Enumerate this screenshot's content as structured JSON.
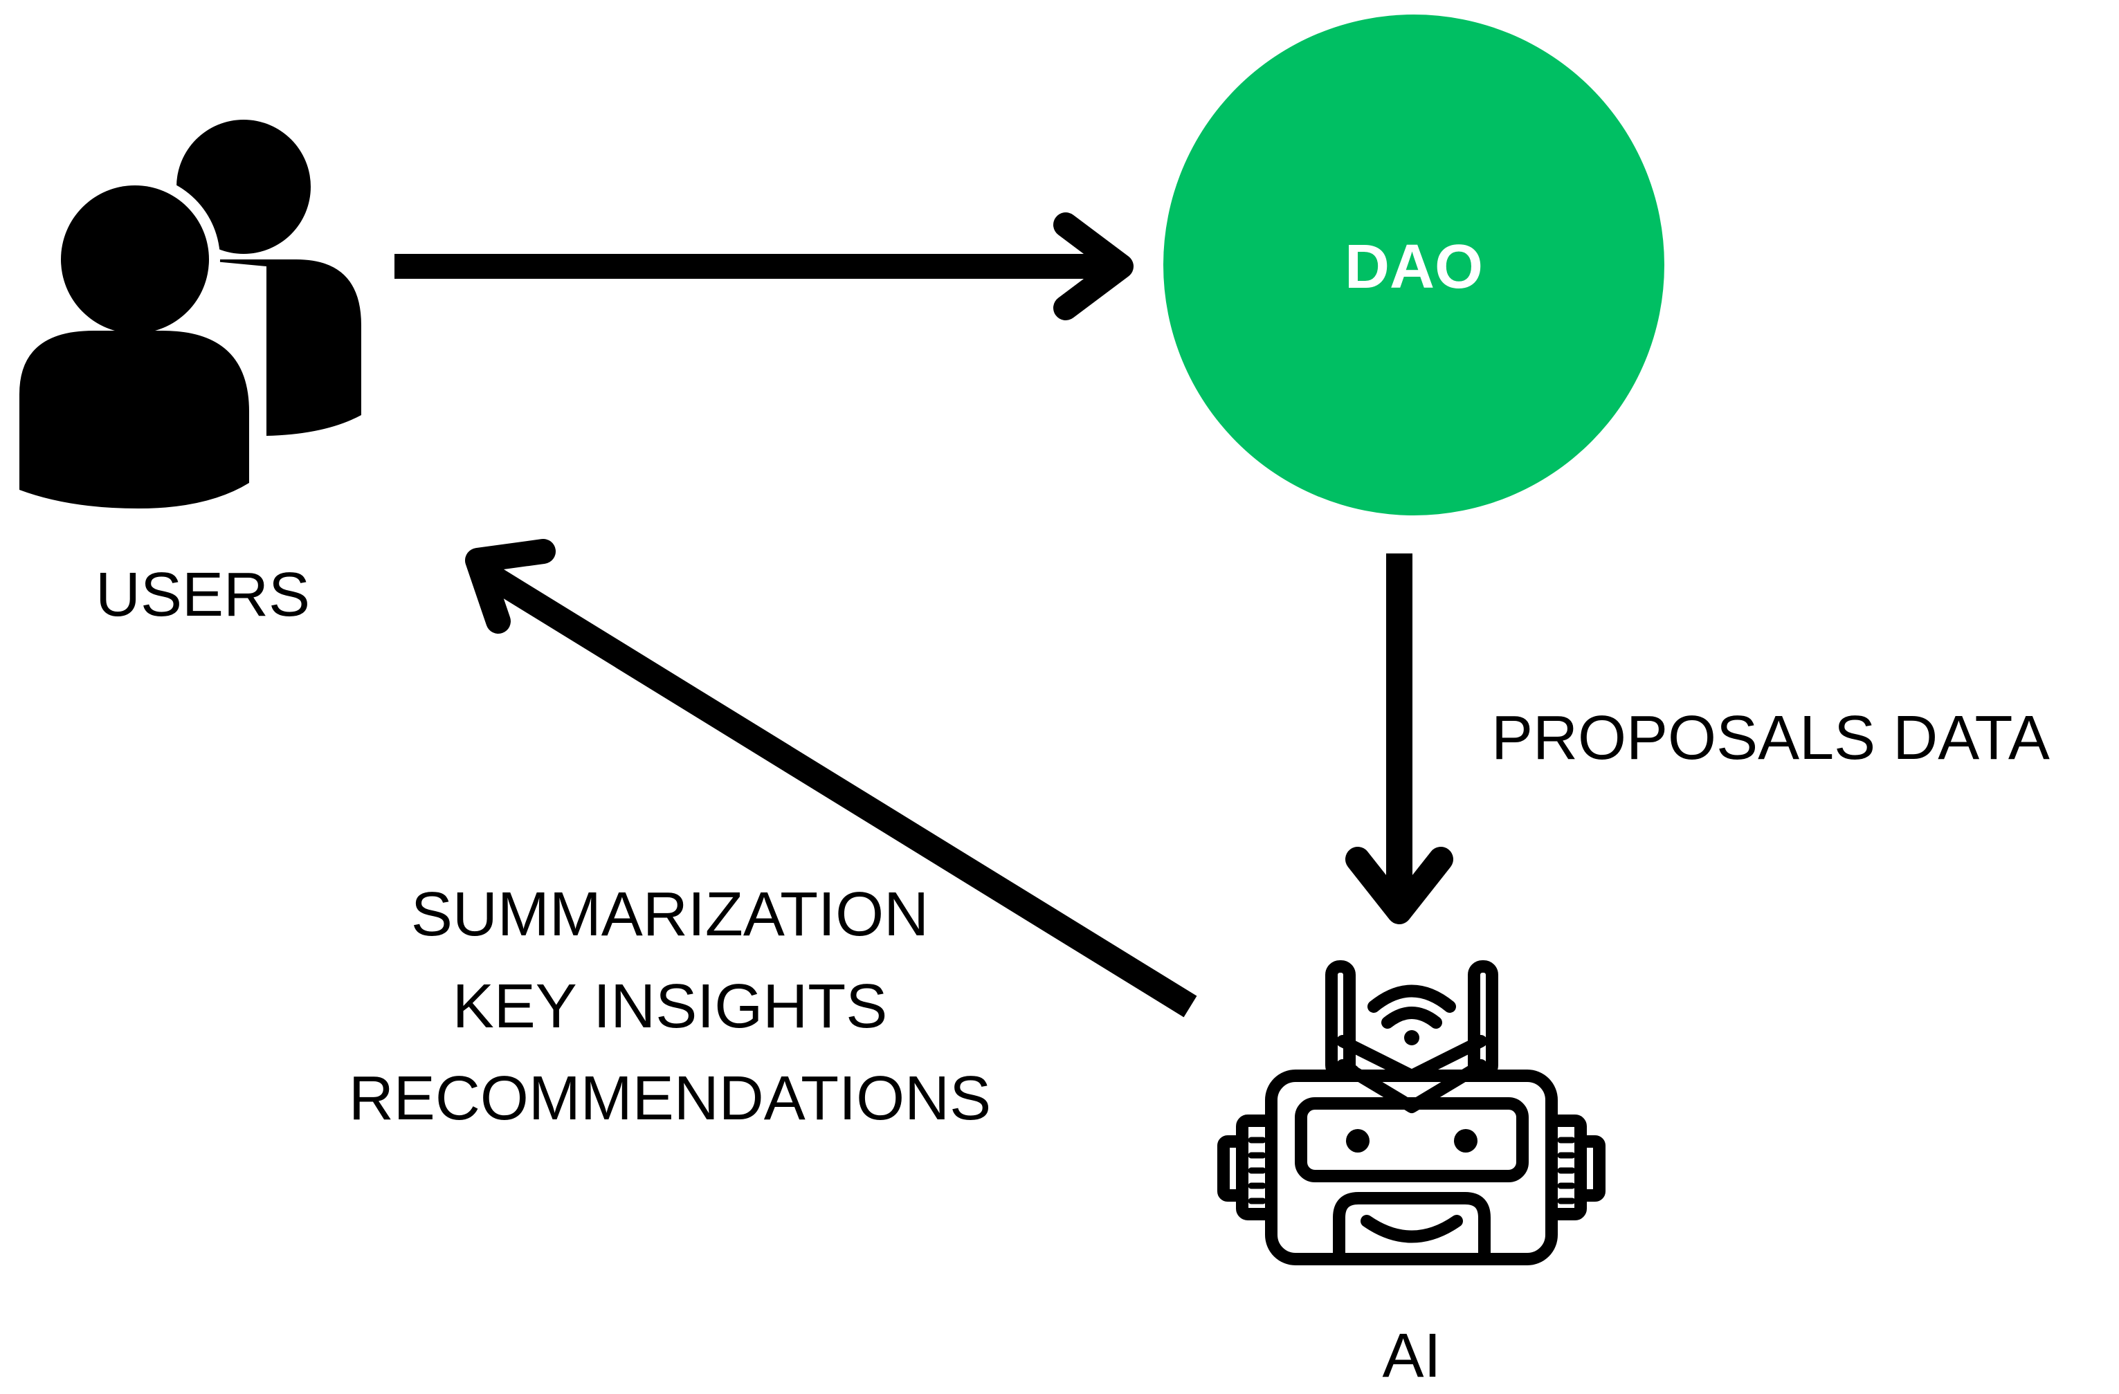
{
  "colors": {
    "background": "#ffffff",
    "ink": "#000000",
    "dao_fill": "#00bf63",
    "dao_text": "#ffffff"
  },
  "nodes": {
    "users": {
      "label": "USERS",
      "icon": "users-icon"
    },
    "dao": {
      "label": "DAO"
    },
    "ai": {
      "label": "AI",
      "icon": "robot-icon"
    }
  },
  "edges": {
    "users_to_dao": {
      "label": ""
    },
    "dao_to_ai": {
      "label": "PROPOSALS DATA"
    },
    "ai_to_users": {
      "lines": [
        "SUMMARIZATION",
        "KEY INSIGHTS",
        "RECOMMENDATIONS"
      ]
    }
  }
}
